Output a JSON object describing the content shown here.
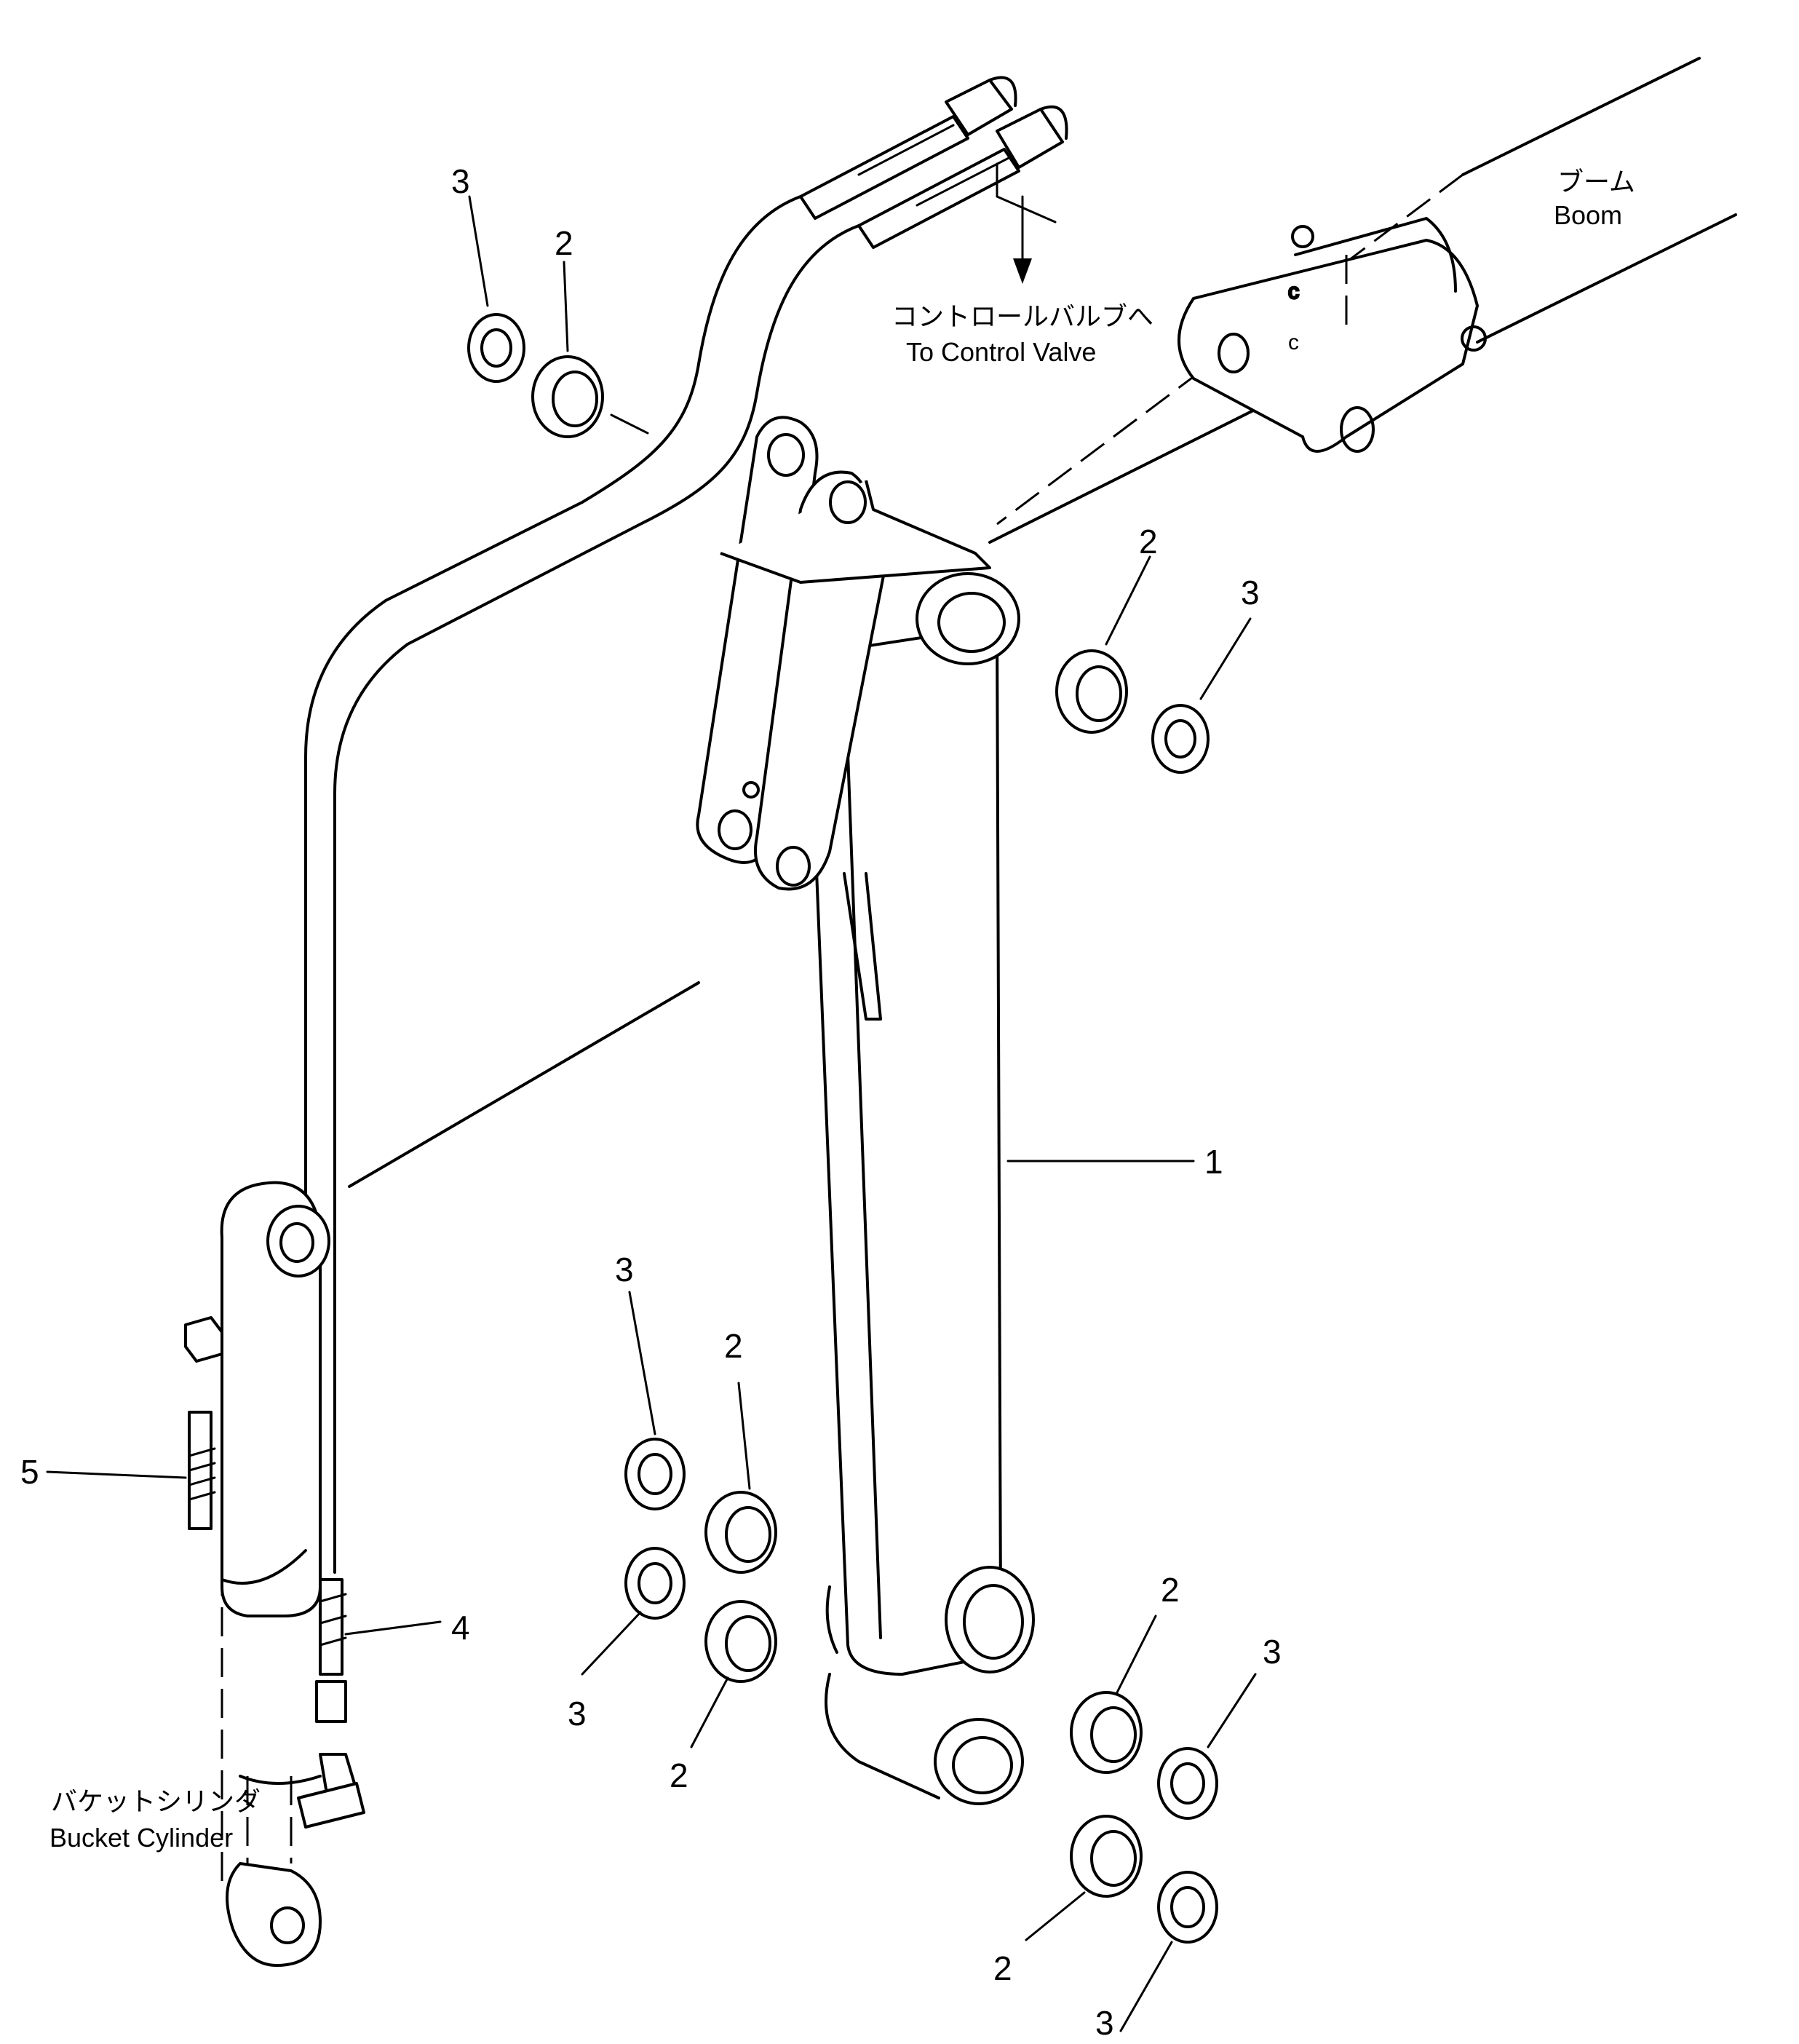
{
  "callouts": {
    "c1": "1",
    "c2": "2",
    "c3": "3",
    "c4": "4",
    "c5": "5"
  },
  "labels": {
    "boom_jp": "ブーム",
    "boom_en": "Boom",
    "control_valve_jp": "コントロールバルブへ",
    "control_valve_en": "To Control Valve",
    "bucket_cylinder_jp": "バケットシリンダ",
    "bucket_cylinder_en": "Bucket Cylinder"
  },
  "colors": {
    "line": "#000000",
    "paper": "#ffffff"
  }
}
